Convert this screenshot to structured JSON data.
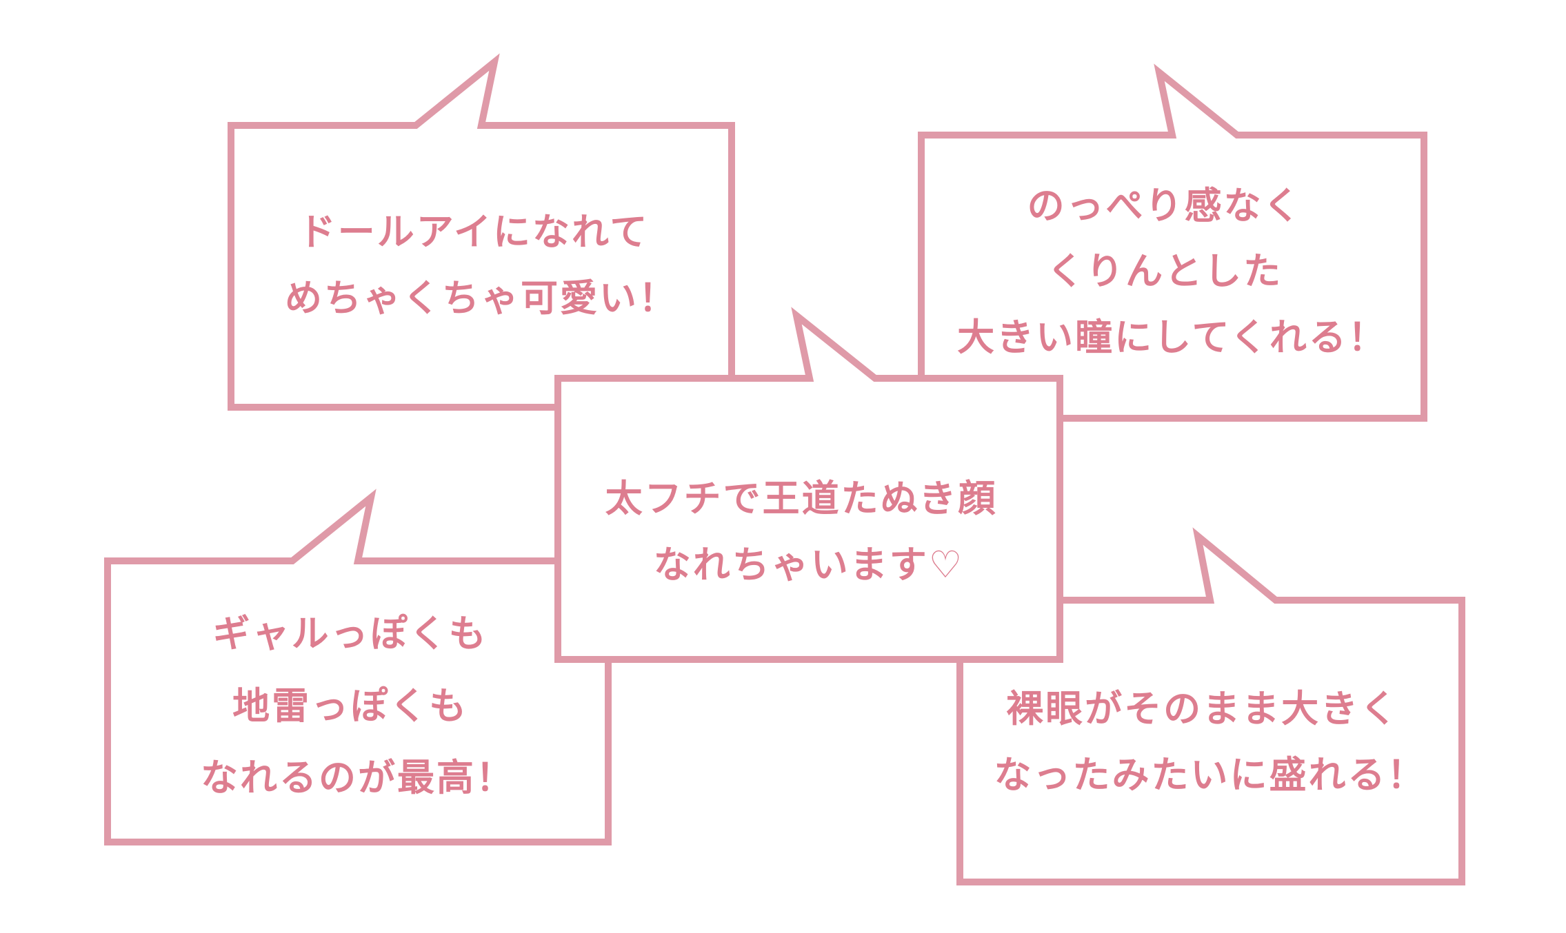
{
  "colors": {
    "stroke": "#df9aa8",
    "text": "#dd7d8f",
    "fill": "#ffffff"
  },
  "bubbles": [
    {
      "id": "doll-eye",
      "lines": [
        "ドールアイになれて",
        "めちゃくちゃ可愛い！"
      ]
    },
    {
      "id": "noppori",
      "lines": [
        "のっぺり感なく",
        "くりんとした",
        "大きい瞳にしてくれる！"
      ]
    },
    {
      "id": "tanuki",
      "lines": [
        "太フチで王道たぬき顔",
        "なれちゃいます♡"
      ]
    },
    {
      "id": "gal",
      "lines": [
        "ギャルっぽくも",
        "地雷っぽくも",
        "なれるのが最高！"
      ]
    },
    {
      "id": "naked-eye",
      "lines": [
        "裸眼がそのまま大きく",
        "なったみたいに盛れる！"
      ]
    }
  ]
}
